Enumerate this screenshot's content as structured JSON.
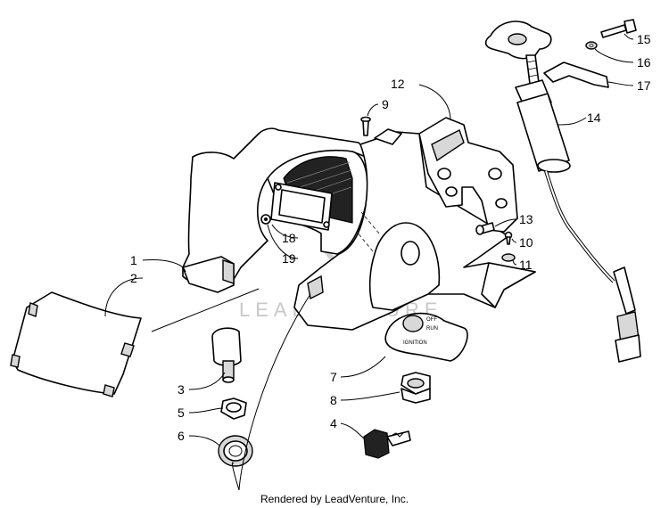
{
  "callouts": {
    "c1": "1",
    "c2": "2",
    "c3": "3",
    "c4": "4",
    "c5": "5",
    "c6": "6",
    "c7": "7",
    "c8": "8",
    "c9": "9",
    "c10": "10",
    "c11": "11",
    "c12": "12",
    "c13": "13",
    "c14": "14",
    "c15": "15",
    "c16": "16",
    "c17": "17",
    "c18": "18",
    "c19": "19"
  },
  "switch_labels": {
    "off": "OFF",
    "run": "RUN",
    "ignition": "IGNITION"
  },
  "watermark": "LEADVENTURE",
  "footer": "Rendered by LeadVenture, Inc."
}
